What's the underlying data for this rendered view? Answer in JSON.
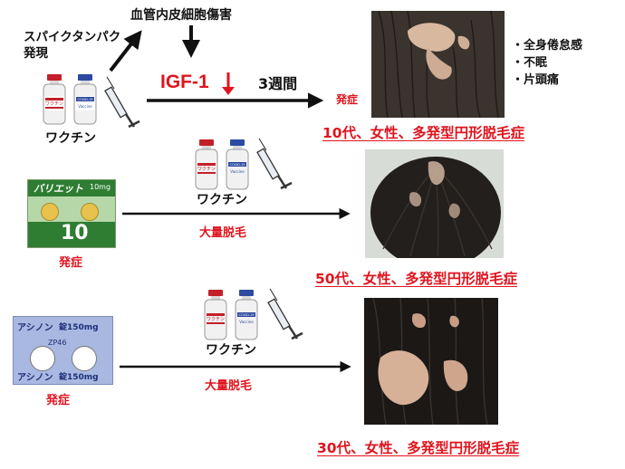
{
  "top": {
    "spike_line1": "スパイクタンパク",
    "spike_line2": "発現",
    "endothelial": "血管内皮細胞傷害",
    "igf": "IGF-1",
    "weeks": "3週間",
    "vaccine": "ワクチン",
    "onset": "発症",
    "symptoms": [
      "全身倦怠感",
      "不眠",
      "片頭痛"
    ],
    "caption": "10代、女性、多発型円形脱毛症"
  },
  "middle": {
    "drug_name": "バリエット",
    "drug_dose_small": "10mg",
    "drug_big": "10",
    "onset": "発症",
    "vaccine": "ワクチン",
    "hair_loss": "大量脱毛",
    "caption": "50代、女性、多発型円形脱毛症"
  },
  "bottom": {
    "drug_name": "アシノン",
    "drug_dose": "錠150mg",
    "drug_code": "ZP46",
    "onset": "発症",
    "vaccine": "ワクチン",
    "hair_loss": "大量脱毛",
    "caption": "30代、女性、多発型円形脱毛症"
  },
  "vial_labels": {
    "left": "ワクチン",
    "right_top": "COVID-19",
    "right_bottom": "Vaccine"
  },
  "colors": {
    "accent_red": "#e0141e",
    "vial_red": "#c4202a",
    "vial_blue": "#2b4aa0",
    "arrow": "#111111"
  }
}
